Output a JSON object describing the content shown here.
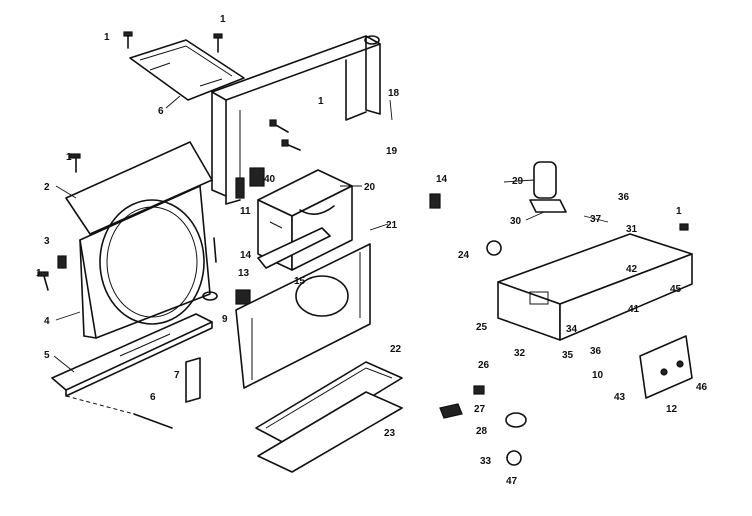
{
  "callouts": [
    {
      "id": "c1a",
      "text": "1"
    },
    {
      "id": "c1b",
      "text": "1"
    },
    {
      "id": "c1c",
      "text": "1"
    },
    {
      "id": "c1d",
      "text": "1"
    },
    {
      "id": "c1e",
      "text": "1"
    },
    {
      "id": "c1f",
      "text": "1"
    },
    {
      "id": "c2",
      "text": "2"
    },
    {
      "id": "c3",
      "text": "3"
    },
    {
      "id": "c4",
      "text": "4"
    },
    {
      "id": "c5",
      "text": "5"
    },
    {
      "id": "c6a",
      "text": "6"
    },
    {
      "id": "c6b",
      "text": "6"
    },
    {
      "id": "c7",
      "text": "7"
    },
    {
      "id": "c9",
      "text": "9"
    },
    {
      "id": "c10",
      "text": "10"
    },
    {
      "id": "c11",
      "text": "11"
    },
    {
      "id": "c12",
      "text": "12"
    },
    {
      "id": "c13",
      "text": "13"
    },
    {
      "id": "c14a",
      "text": "14"
    },
    {
      "id": "c14b",
      "text": "14"
    },
    {
      "id": "c15",
      "text": "15"
    },
    {
      "id": "c18",
      "text": "18"
    },
    {
      "id": "c19",
      "text": "19"
    },
    {
      "id": "c20",
      "text": "20"
    },
    {
      "id": "c21",
      "text": "21"
    },
    {
      "id": "c22",
      "text": "22"
    },
    {
      "id": "c23",
      "text": "23"
    },
    {
      "id": "c24",
      "text": "24"
    },
    {
      "id": "c25",
      "text": "25"
    },
    {
      "id": "c26",
      "text": "26"
    },
    {
      "id": "c27",
      "text": "27"
    },
    {
      "id": "c28",
      "text": "28"
    },
    {
      "id": "c29",
      "text": "29"
    },
    {
      "id": "c30",
      "text": "30"
    },
    {
      "id": "c31",
      "text": "31"
    },
    {
      "id": "c32",
      "text": "32"
    },
    {
      "id": "c33",
      "text": "33"
    },
    {
      "id": "c34",
      "text": "34"
    },
    {
      "id": "c35",
      "text": "35"
    },
    {
      "id": "c36a",
      "text": "36"
    },
    {
      "id": "c36b",
      "text": "36"
    },
    {
      "id": "c37",
      "text": "37"
    },
    {
      "id": "c40",
      "text": "40"
    },
    {
      "id": "c41",
      "text": "41"
    },
    {
      "id": "c42",
      "text": "42"
    },
    {
      "id": "c43",
      "text": "43"
    },
    {
      "id": "c45",
      "text": "45"
    },
    {
      "id": "c46",
      "text": "46"
    },
    {
      "id": "c47",
      "text": "47"
    }
  ]
}
